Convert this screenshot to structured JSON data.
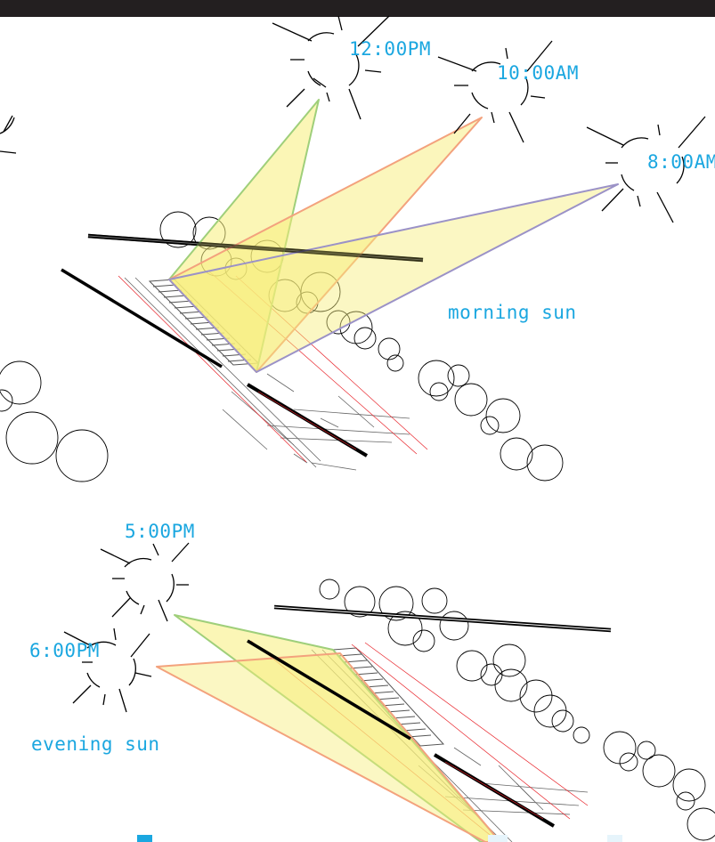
{
  "labels": {
    "noon": "12:00PM",
    "ten_am": "10:00AM",
    "eight_am": "8:00AM",
    "morning_sun": "morning sun",
    "five_pm": "5:00PM",
    "six_pm": "6:00PM",
    "evening_sun": "evening sun"
  },
  "colors": {
    "label_text": "#1ba7e0",
    "noon_wedge": "#9fcf7a",
    "ten_am_wedge": "#f3a27d",
    "eight_am_wedge": "#9b92c7",
    "wedge_fill": "#fbf28c",
    "setback_line": "#e8232a",
    "top_bar": "#231f20"
  }
}
